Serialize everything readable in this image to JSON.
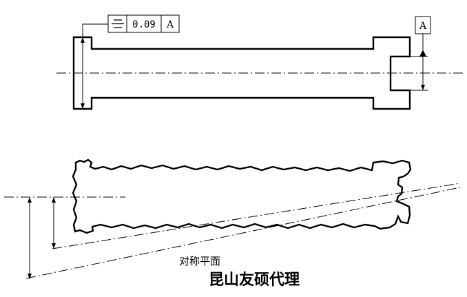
{
  "feature_control_frame": {
    "symbol": "symmetry-symbol",
    "tolerance": "0.09",
    "datum": "A"
  },
  "datum_label": "A",
  "annotation": "对称平面",
  "watermark": "昆山友硕代理"
}
